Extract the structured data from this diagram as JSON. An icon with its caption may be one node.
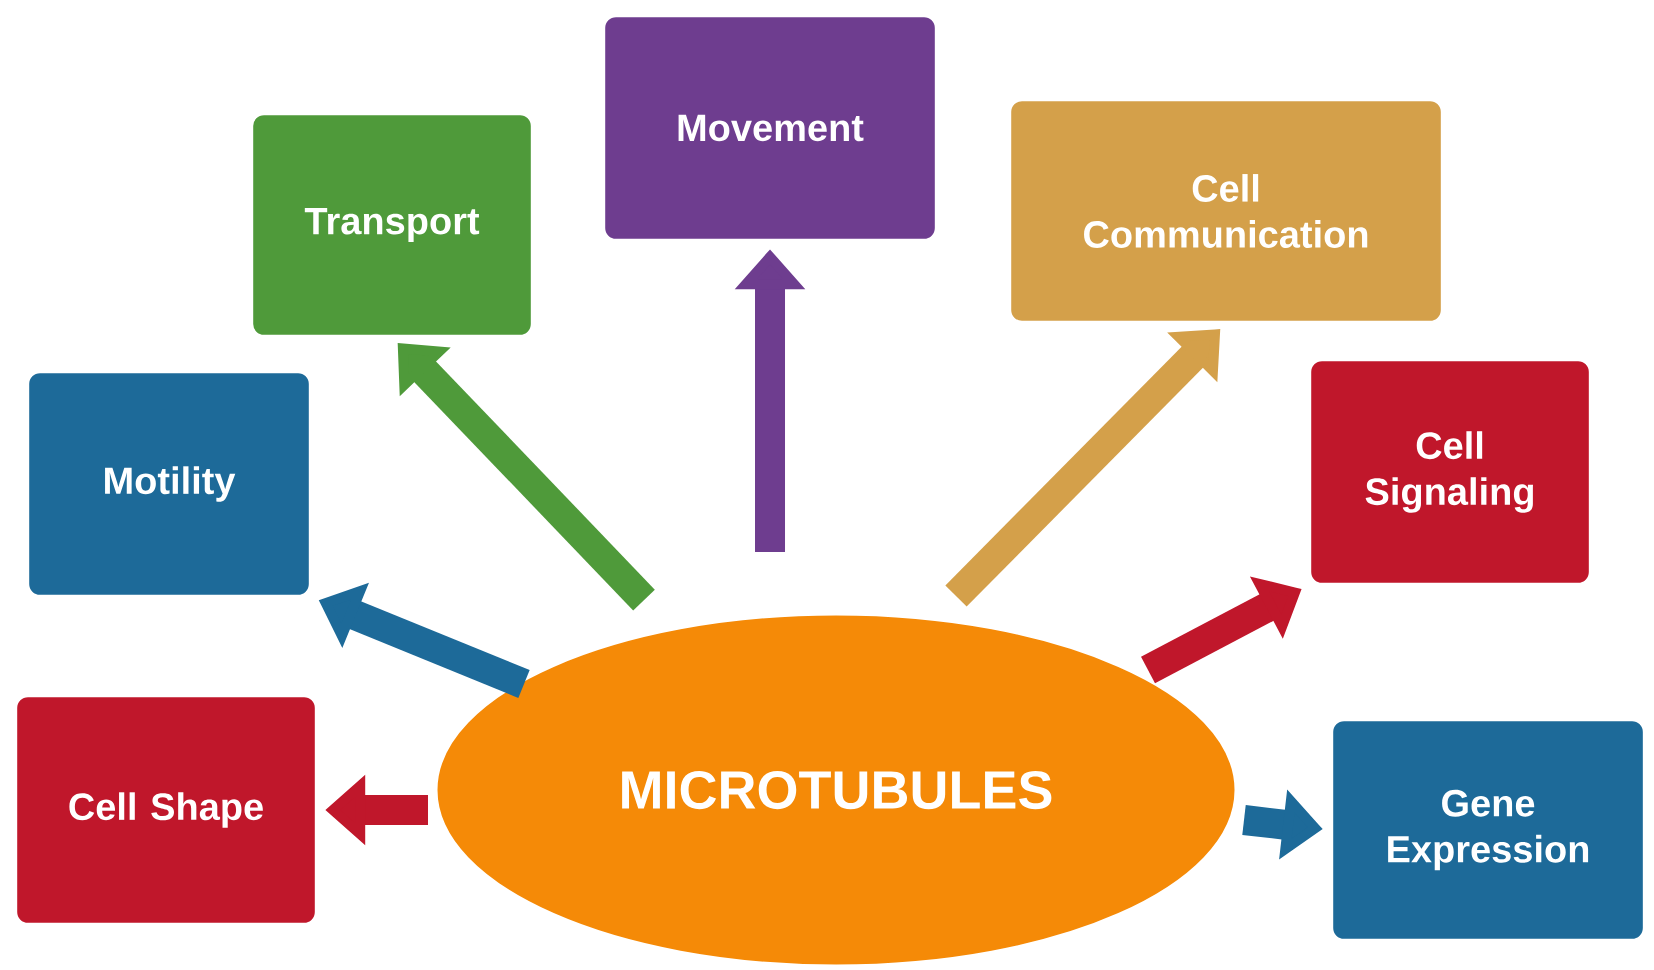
{
  "diagram": {
    "nodes": [
      {
        "text": [
          "MICROTUBULES"
        ]
      },
      {
        "text": [
          "Cell Shape"
        ]
      },
      {
        "text": [
          "Motility"
        ]
      },
      {
        "text": [
          "Transport"
        ]
      },
      {
        "text": [
          "Movement"
        ]
      },
      {
        "text": [
          "Cell Communication"
        ]
      },
      {
        "text": [
          "Cell Signaling"
        ]
      },
      {
        "text": [
          "Gene Expression"
        ]
      }
    ],
    "edges": [
      {
        "from": 0,
        "to": 1,
        "arrow": "to",
        "color": "#c0172b"
      },
      {
        "from": 0,
        "to": 2,
        "arrow": "to",
        "color": "#1d6a99"
      },
      {
        "from": 0,
        "to": 3,
        "arrow": "to",
        "color": "#4f9a3a"
      },
      {
        "from": 0,
        "to": 4,
        "arrow": "to",
        "color": "#6e3d8f"
      },
      {
        "from": 0,
        "to": 5,
        "arrow": "to",
        "color": "#d4a04a"
      },
      {
        "from": 0,
        "to": 6,
        "arrow": "to",
        "color": "#c0172b"
      },
      {
        "from": 0,
        "to": 7,
        "arrow": "to",
        "color": "#1d6a99"
      }
    ]
  }
}
